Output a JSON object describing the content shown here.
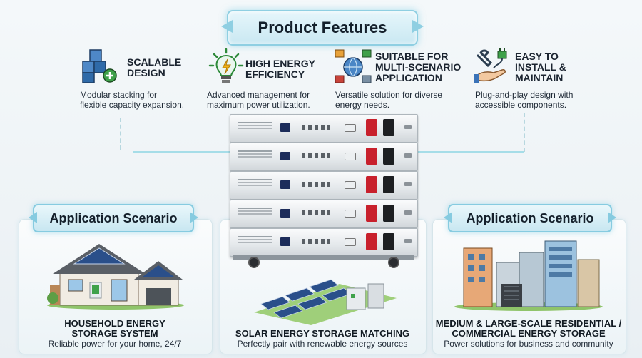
{
  "title": "Product Features",
  "features": [
    {
      "icon": "modular-cubes-icon",
      "title_line1": "SCALABLE",
      "title_line2": "DESIGN",
      "title_line3": "",
      "desc_line1": "Modular stacking for",
      "desc_line2": "flexible capacity expansion."
    },
    {
      "icon": "lightbulb-bolt-icon",
      "title_line1": "HIGH ENERGY",
      "title_line2": "EFFICIENCY",
      "title_line3": "",
      "desc_line1": "Advanced management for",
      "desc_line2": "maximum power utilization."
    },
    {
      "icon": "globe-scenarios-icon",
      "title_line1": "SUITABLE FOR",
      "title_line2": "MULTI-SCENARIO",
      "title_line3": "APPLICATION",
      "desc_line1": "Versatile solution for diverse",
      "desc_line2": "energy needs."
    },
    {
      "icon": "hand-wrench-plug-icon",
      "title_line1": "EASY TO",
      "title_line2": "INSTALL &",
      "title_line3": "MAINTAIN",
      "desc_line1": "Plug-and-play design with",
      "desc_line2": "accessible components."
    }
  ],
  "scenarios": {
    "left_banner": "Application Scenario",
    "right_banner": "Application Scenario",
    "household": {
      "title_line1": "HOUSEHOLD ENERGY",
      "title_line2": "STORAGE SYSTEM",
      "desc": "Reliable power for your home, 24/7"
    },
    "solar": {
      "title": "SOLAR ENERGY STORAGE MATCHING",
      "desc": "Perfectly pair with renewable energy sources"
    },
    "commercial": {
      "title_line1": "MEDIUM & LARGE-SCALE RESIDENTIAL /",
      "title_line2": "COMMERCIAL ENERGY STORAGE",
      "desc": "Power solutions for business and community"
    }
  },
  "colors": {
    "accent": "#8fcfe2",
    "battery_red": "#c8202c",
    "icon_blue": "#3f78b5",
    "icon_green": "#3fa14a"
  }
}
